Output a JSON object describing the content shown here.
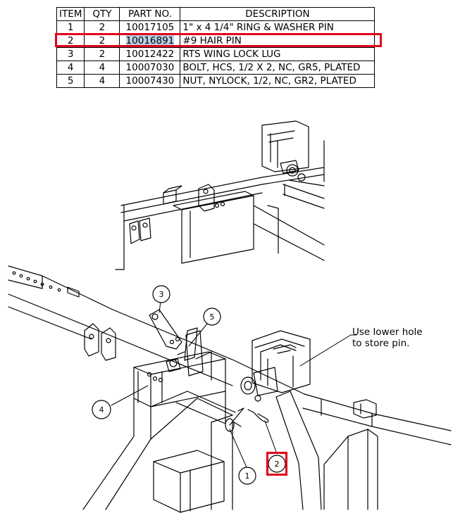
{
  "bom": {
    "headers": [
      "ITEM",
      "QTY",
      "PART NO.",
      "DESCRIPTION"
    ],
    "rows": [
      {
        "item": "1",
        "qty": "2",
        "part": "10017105",
        "desc": "1\" x 4 1/4\" RING & WASHER PIN"
      },
      {
        "item": "2",
        "qty": "2",
        "part": "10016891",
        "desc": "#9 HAIR PIN"
      },
      {
        "item": "3",
        "qty": "2",
        "part": "10012422",
        "desc": "RTS WING LOCK LUG"
      },
      {
        "item": "4",
        "qty": "4",
        "part": "10007030",
        "desc": "BOLT, HCS, 1/2 X 2, NC, GR5, PLATED"
      },
      {
        "item": "5",
        "qty": "4",
        "part": "10007430",
        "desc": "NUT, NYLOCK, 1/2, NC, GR2, PLATED"
      }
    ]
  },
  "note": {
    "line1": "Use lower hole",
    "line2": "to store pin."
  },
  "balloons": {
    "b1": "1",
    "b2": "2",
    "b3": "3",
    "b4": "4",
    "b5": "5"
  },
  "colors": {
    "highlight_box": "#e2001a",
    "part_selection": "#b8d0e6"
  }
}
